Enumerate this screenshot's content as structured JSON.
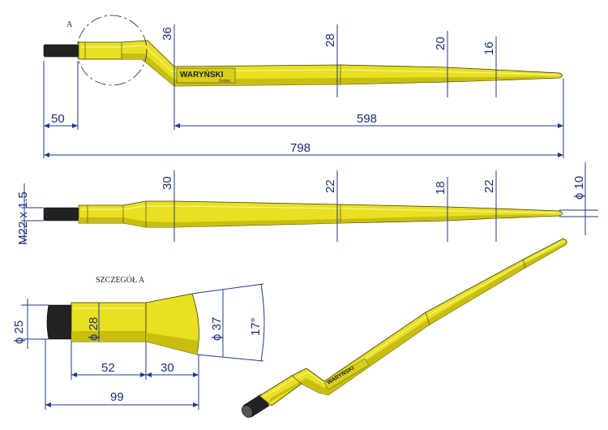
{
  "detail": {
    "callout_letter": "A",
    "title": "SZCZEGÓŁ A"
  },
  "brand": {
    "name": "WARYŃSKI",
    "sub": "Grójec"
  },
  "top_view": {
    "dims": {
      "d36": "36",
      "d28": "28",
      "d20": "20",
      "d16": "16",
      "len50": "50",
      "len598": "598",
      "len798": "798"
    }
  },
  "side_view": {
    "dims": {
      "d30": "30",
      "d22a": "22",
      "d18": "18",
      "d22b": "22",
      "thread": "M22 x 1.5",
      "tip": "ϕ 10"
    }
  },
  "detail_view": {
    "dims": {
      "dia25": "ϕ 25",
      "dia28": "ϕ 28",
      "dia37": "ϕ 37",
      "angle": "17°",
      "len52": "52",
      "len30": "30",
      "len99": "99"
    }
  },
  "colors": {
    "tine": "#e8e020",
    "dimension": "#1f3a8a",
    "thread": "#222222"
  }
}
